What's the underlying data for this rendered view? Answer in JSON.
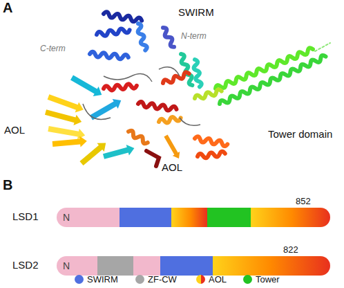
{
  "diagram": {
    "nodes": [
      {
        "text": [
          "N"
        ]
      },
      {
        "text": [
          "N"
        ]
      }
    ],
    "labels": [
      "A",
      "SWIRM",
      "N-term",
      "C-term",
      "AOL",
      "AOL",
      "Tower domain",
      "B",
      "LSD1",
      "852",
      "LSD2",
      "822"
    ],
    "legend": [
      {
        "text": "SWIRM",
        "color": "#4f6fe0"
      },
      {
        "text": "ZF-CW",
        "color": "#a6a6a6"
      },
      {
        "text": "AOL"
      },
      {
        "text": "Tower",
        "color": "#22c322"
      }
    ]
  }
}
